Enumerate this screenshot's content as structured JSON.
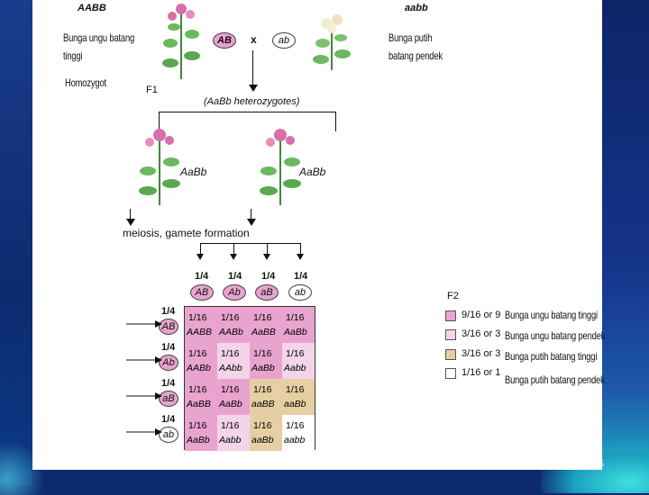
{
  "parents": {
    "left_genotype": "AABB",
    "right_genotype": "aabb",
    "left_desc": [
      "Bunga ungu batang",
      "tinggi"
    ],
    "right_desc": [
      "Bunga putih",
      "batang pendek"
    ],
    "homozygot": "Homozygot",
    "gamete_left": "AB",
    "cross": "x",
    "gamete_right": "ab"
  },
  "f1": {
    "label": "F1",
    "heterozygotes": "(AaBb heterozygotes)",
    "left_plant": "AaBb",
    "right_plant": "AaBb"
  },
  "meiosis": "meiosis, gamete formation",
  "gametes": {
    "top_fractions": [
      "1/4",
      "1/4",
      "1/4",
      "1/4"
    ],
    "top_labels": [
      "AB",
      "Ab",
      "aB",
      "ab"
    ],
    "side_fractions": [
      "1/4",
      "1/4",
      "1/4",
      "1/4"
    ],
    "side_labels": [
      "AB",
      "Ab",
      "aB",
      "ab"
    ]
  },
  "punnett": {
    "rows": [
      [
        {
          "f": "1/16",
          "g": "AABB"
        },
        {
          "f": "1/16",
          "g": "AABb"
        },
        {
          "f": "1/16",
          "g": "AaBB"
        },
        {
          "f": "1/16",
          "g": "AaBb"
        }
      ],
      [
        {
          "f": "1/16",
          "g": "AABb"
        },
        {
          "f": "1/16",
          "g": "AAbb"
        },
        {
          "f": "1/16",
          "g": "AaBb"
        },
        {
          "f": "1/16",
          "g": "Aabb"
        }
      ],
      [
        {
          "f": "1/16",
          "g": "AaBB"
        },
        {
          "f": "1/16",
          "g": "AaBb"
        },
        {
          "f": "1/16",
          "g": "aaBB"
        },
        {
          "f": "1/16",
          "g": "aaBb"
        }
      ],
      [
        {
          "f": "1/16",
          "g": "AaBb"
        },
        {
          "f": "1/16",
          "g": "Aabb"
        },
        {
          "f": "1/16",
          "g": "aaBb"
        },
        {
          "f": "1/16",
          "g": "aabb"
        }
      ]
    ]
  },
  "f2": {
    "label": "F2",
    "legend": [
      {
        "ratio": "9/16 or 9",
        "desc": "Bunga ungu batang tinggi",
        "color": "#e8a3cf"
      },
      {
        "ratio": "3/16 or 3",
        "desc": "Bunga ungu batang pendek",
        "color": "#f3d4e8"
      },
      {
        "ratio": "3/16 or 3",
        "desc": "Bunga putih batang tinggi",
        "color": "#e6cfa4"
      },
      {
        "ratio": "1/16 or 1",
        "desc": "Bunga putih batang pendek",
        "color": "#ffffff"
      }
    ]
  },
  "page_number": "5"
}
